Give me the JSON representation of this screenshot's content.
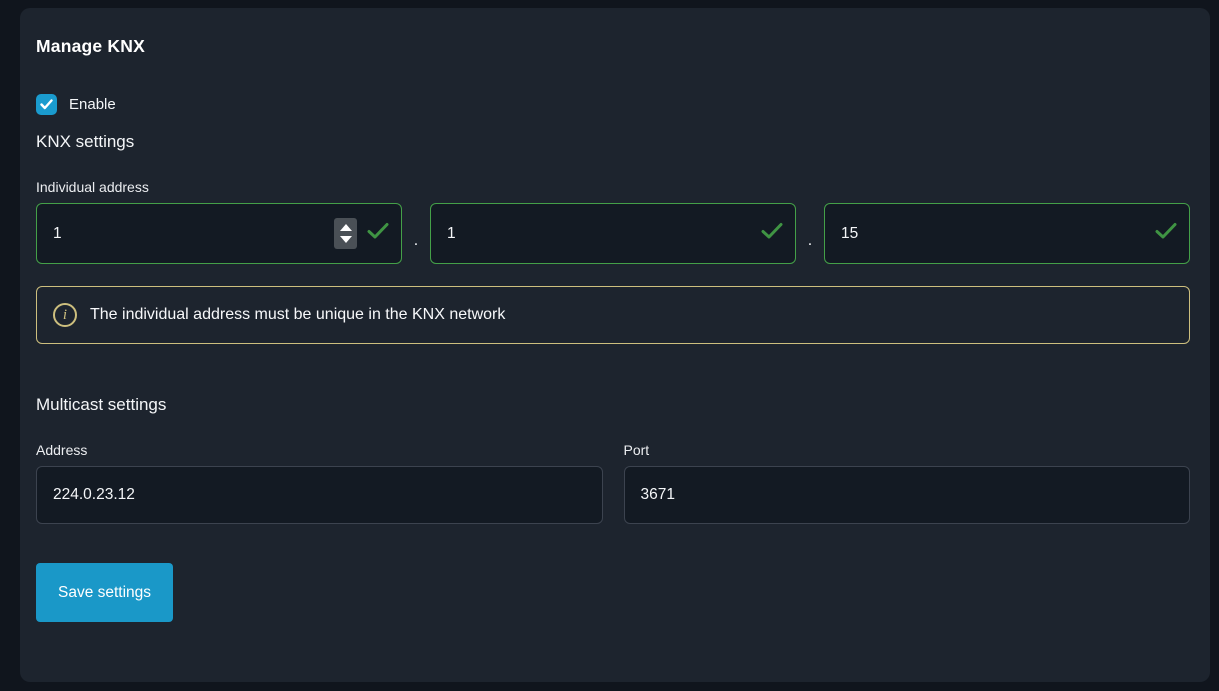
{
  "page": {
    "title": "Manage KNX"
  },
  "enable": {
    "label": "Enable",
    "checked": true
  },
  "knx": {
    "heading": "KNX settings",
    "individual_address": {
      "label": "Individual address",
      "separator": ".",
      "parts": [
        {
          "value": "1"
        },
        {
          "value": "1"
        },
        {
          "value": "15"
        }
      ]
    }
  },
  "alert": {
    "text": "The individual address must be unique in the KNX network",
    "icon": "info-icon",
    "icon_glyph": "i",
    "border_color": "#cdbf7e"
  },
  "multicast": {
    "heading": "Multicast settings",
    "address": {
      "label": "Address",
      "value": "224.0.23.12"
    },
    "port": {
      "label": "Port",
      "value": "3671"
    }
  },
  "actions": {
    "save_label": "Save settings"
  },
  "colors": {
    "accent_blue": "#1a9bce",
    "valid_green": "#44a048",
    "alert_khaki": "#cdbf7e",
    "card_bg": "#1d242e",
    "page_bg": "#10151d",
    "input_bg": "#131a23"
  }
}
